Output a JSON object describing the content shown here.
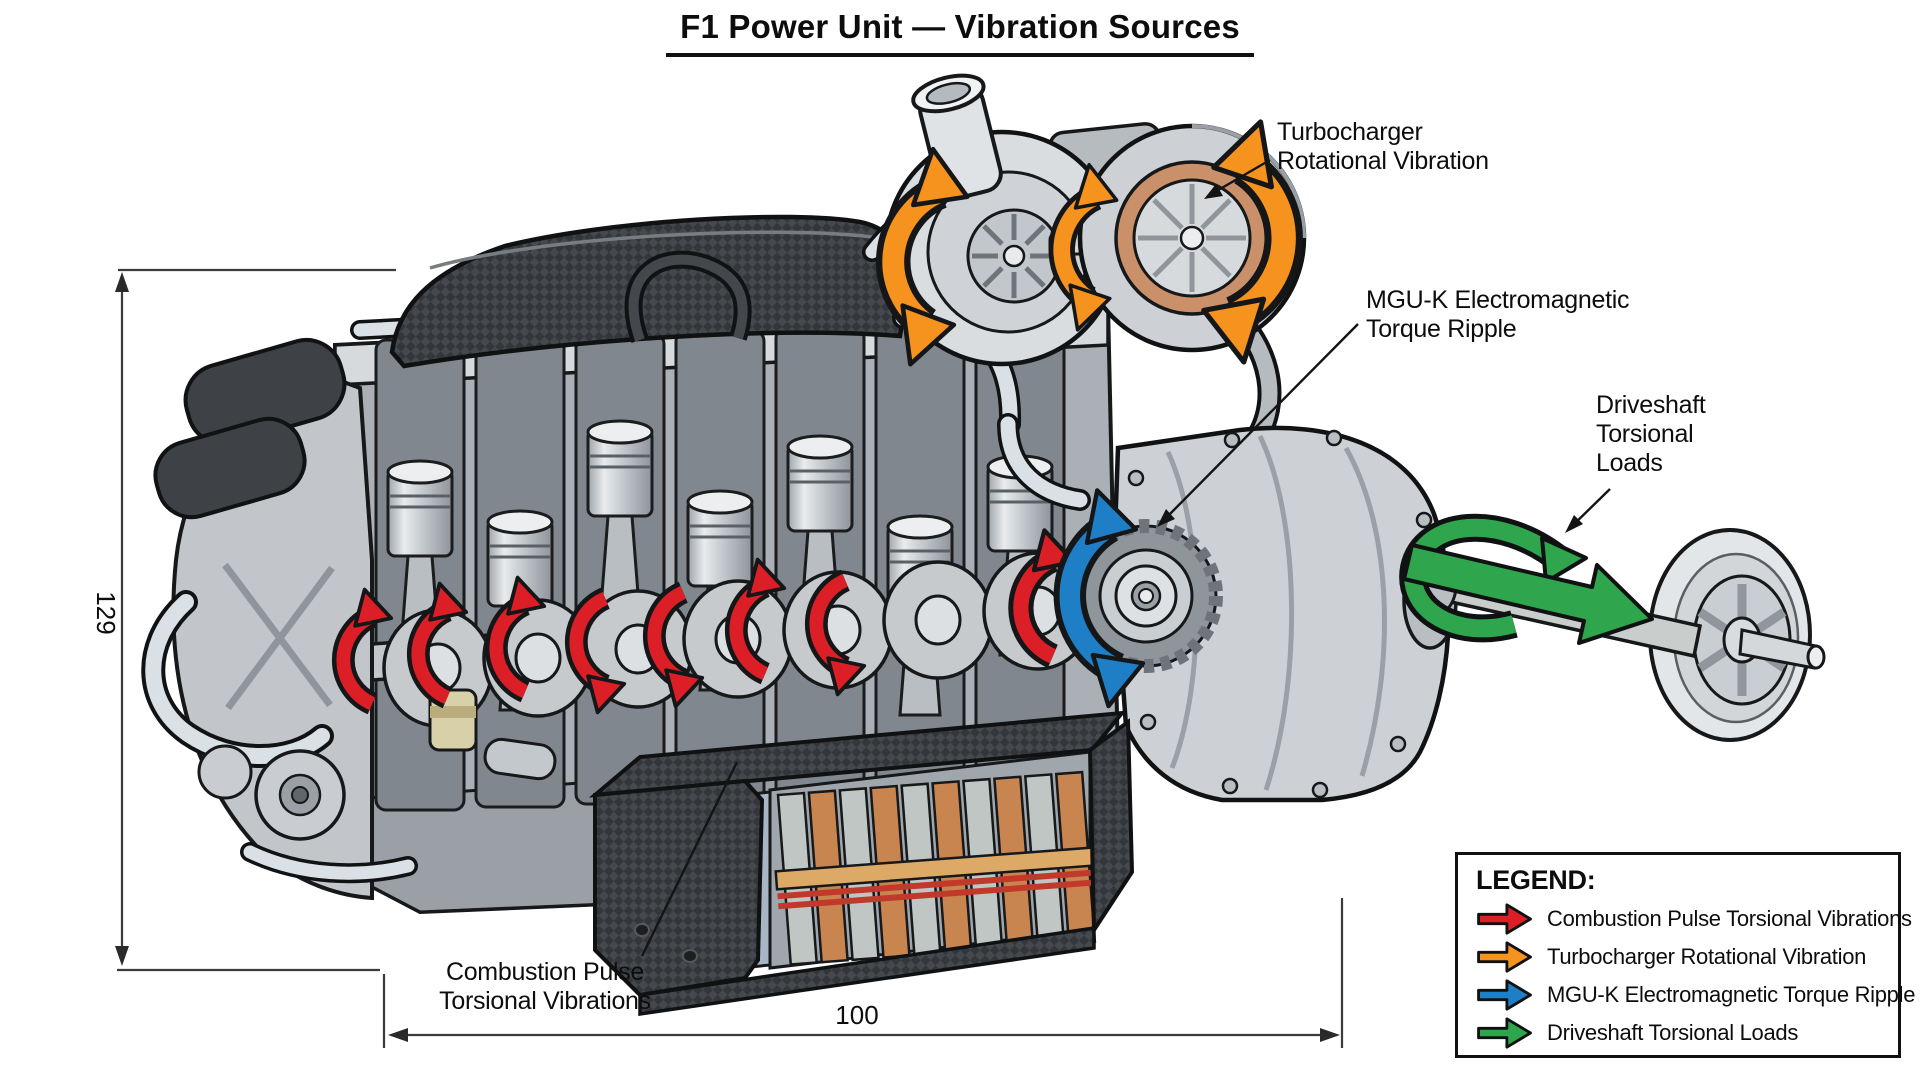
{
  "title": "F1 Power Unit — Vibration Sources",
  "colors": {
    "red": "#DC1F26",
    "orange": "#F6921E",
    "blue": "#1E7FC6",
    "green": "#2FA54E"
  },
  "callouts": {
    "turbo": {
      "text": "Turbocharger Rotational Vibration"
    },
    "mguk": {
      "text": "MGU-K Electromagnetic Torque Ripple"
    },
    "driveshaft": {
      "text": "Driveshaft Torsional Loads"
    },
    "combustion": {
      "text": "Combustion Pulse Torsional Vibrations"
    }
  },
  "dimensions": {
    "height_label": "129",
    "width_label": "100"
  },
  "legend": {
    "title": "LEGEND:",
    "items": [
      {
        "label": "Combustion Pulse Torsional Vibrations",
        "color": "#DC1F26"
      },
      {
        "label": "Turbocharger Rotational Vibration",
        "color": "#F6921E"
      },
      {
        "label": "MGU-K Electromagnetic Torque Ripple",
        "color": "#1E7FC6"
      },
      {
        "label": "Driveshaft Torsional Loads",
        "color": "#2FA54E"
      }
    ]
  }
}
